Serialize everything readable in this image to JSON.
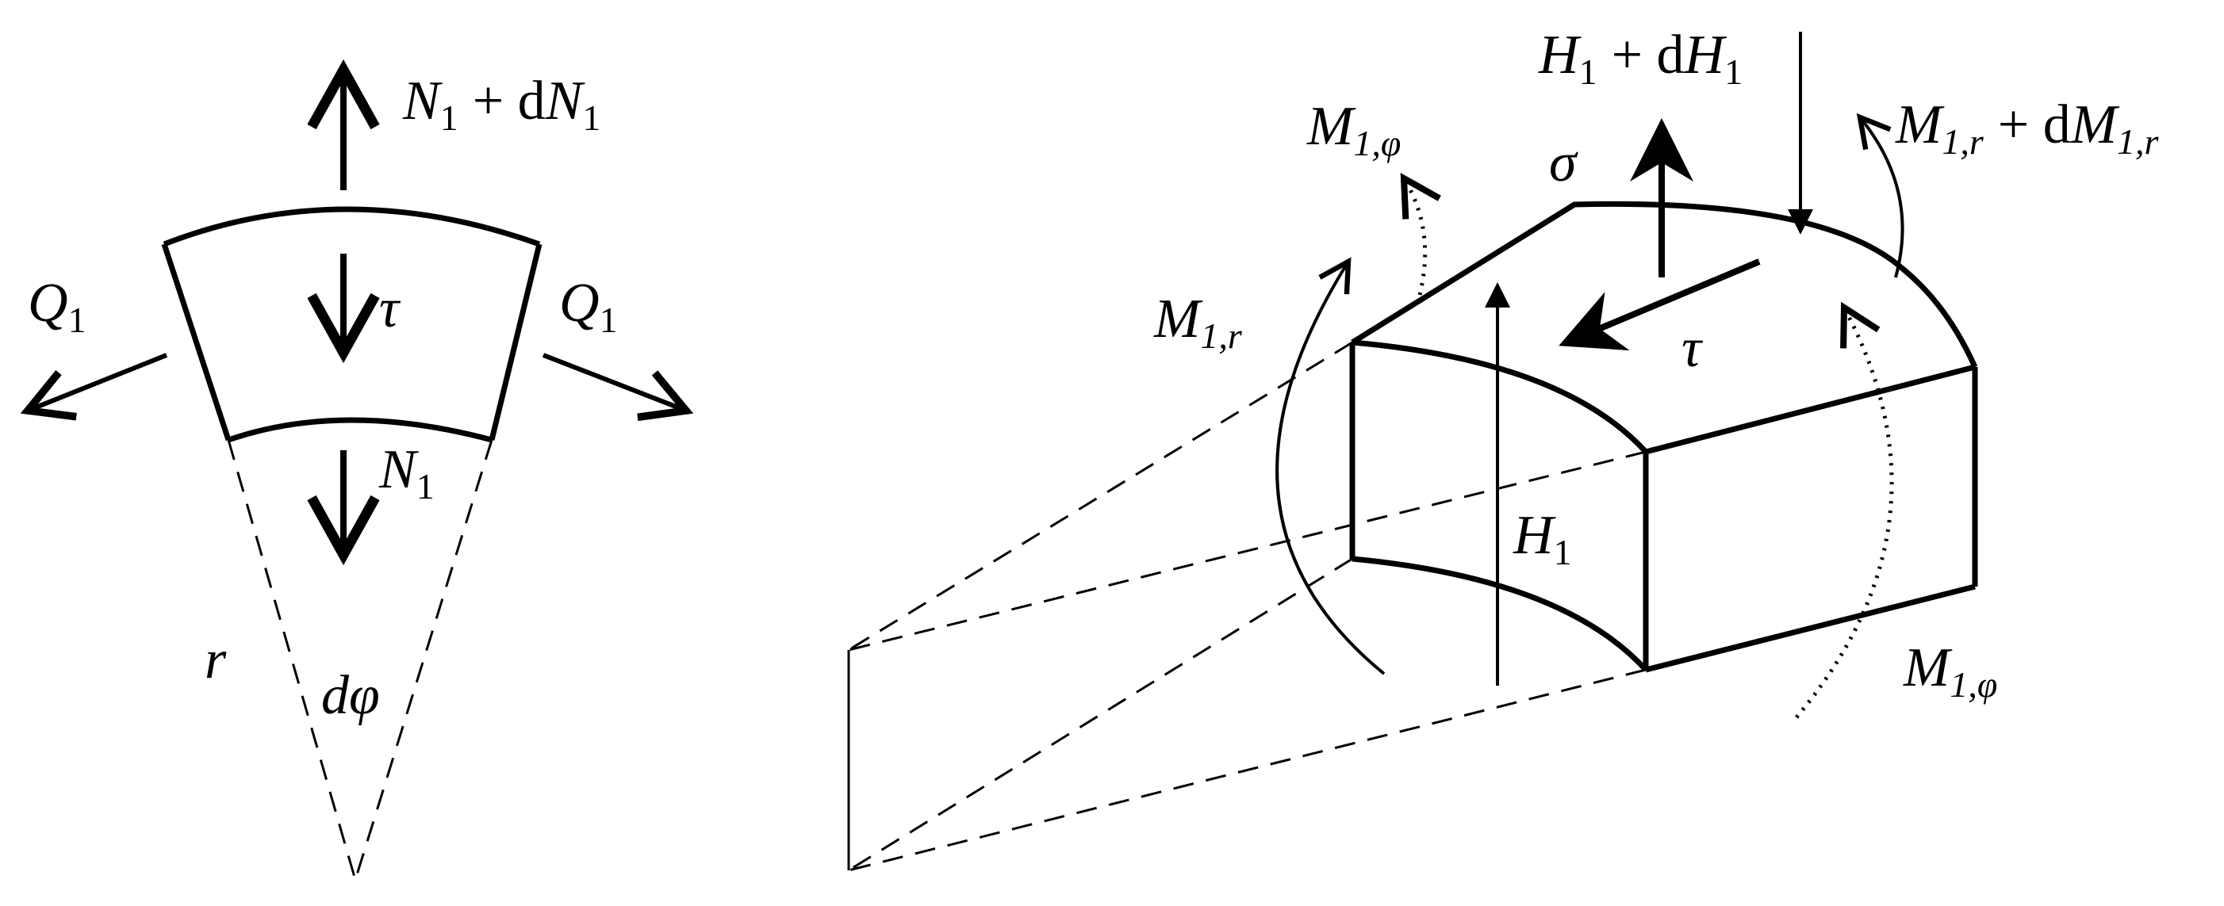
{
  "left_element": {
    "force_top": {
      "sym": "N",
      "sub": "1",
      "op": "+ d",
      "sym2": "N",
      "sub2": "1"
    },
    "shear_left": {
      "sym": "Q",
      "sub": "1"
    },
    "shear_right": {
      "sym": "Q",
      "sub": "1"
    },
    "tau": "τ",
    "force_bottom": {
      "sym": "N",
      "sub": "1"
    },
    "radius": "r",
    "angle": "dφ"
  },
  "right_element": {
    "force_top": {
      "sym": "H",
      "sub": "1",
      "op": "+ d",
      "sym2": "H",
      "sub2": "1"
    },
    "moment_phi_top": {
      "sym": "M",
      "sub": "1,φ"
    },
    "sigma": "σ",
    "moment_r_top": {
      "sym": "M",
      "sub": "1,r",
      "op": "+ d",
      "sym2": "M",
      "sub2": "1,r"
    },
    "moment_r_left": {
      "sym": "M",
      "sub": "1,r"
    },
    "tau": "τ",
    "force_vertical": {
      "sym": "H",
      "sub": "1"
    },
    "moment_phi_bottom": {
      "sym": "M",
      "sub": "1,φ"
    }
  }
}
